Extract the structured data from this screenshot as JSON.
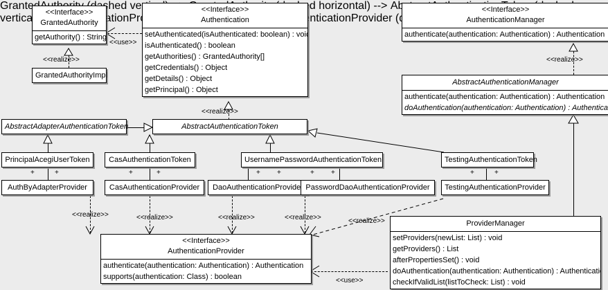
{
  "diagram": {
    "type": "uml-class-diagram",
    "background_color": "#ececec",
    "box_fill": "#ffffff",
    "line_color": "#000000",
    "stereotype_interface": "<<Interface>>",
    "stereotype_realize": "<<realize>>",
    "stereotype_use": "<<use>>",
    "association_marker": "+"
  },
  "classes": {
    "granted_authority": {
      "stereotype": "<<Interface>>",
      "name": "GrantedAuthority",
      "methods": [
        "getAuthority() : String"
      ]
    },
    "granted_authority_impl": {
      "name": "GrantedAuthorityImpl"
    },
    "authentication": {
      "stereotype": "<<Interface>>",
      "name": "Authentication",
      "methods": [
        "setAuthenticated(isAuthenticated: boolean) : void",
        "isAuthenticated() : boolean",
        "getAuthorities() : GrantedAuthority[]",
        "getCredentials() : Object",
        "getDetails() : Object",
        "getPrincipal() : Object"
      ]
    },
    "authentication_manager": {
      "stereotype": "<<Interface>>",
      "name": "AuthenticationManager",
      "methods": [
        "authenticate(authentication: Authentication) : Authentication"
      ]
    },
    "abstract_authentication_manager": {
      "name": "AbstractAuthenticationManager",
      "methods": [
        "authenticate(authentication: Authentication) : Authentication",
        "doAuthentication(authentication: Authentication) : Authentication"
      ]
    },
    "abstract_adapter_authentication_token": {
      "name": "AbstractAdapterAuthenticationToken"
    },
    "abstract_authentication_token": {
      "name": "AbstractAuthenticationToken"
    },
    "principal_acegi_user_token": {
      "name": "PrincipalAcegiUserToken"
    },
    "cas_authentication_token": {
      "name": "CasAuthenticationToken"
    },
    "username_password_authentication_token": {
      "name": "UsernamePasswordAuthenticationToken"
    },
    "testing_authentication_token": {
      "name": "TestingAuthenticationToken"
    },
    "auth_by_adapter_provider": {
      "name": "AuthByAdapterProvider"
    },
    "cas_authentication_provider": {
      "name": "CasAuthenticationProvider"
    },
    "dao_authentication_provider": {
      "name": "DaoAuthenticationProvider"
    },
    "password_dao_authentication_provider": {
      "name": "PasswordDaoAuthenticationProvider"
    },
    "testing_authentication_provider": {
      "name": "TestingAuthenticationProvider"
    },
    "authentication_provider": {
      "stereotype": "<<Interface>>",
      "name": "AuthenticationProvider",
      "methods": [
        "authenticate(authentication: Authentication) : Authentication",
        "supports(authentication: Class) : boolean"
      ]
    },
    "provider_manager": {
      "name": "ProviderManager",
      "methods": [
        "setProviders(newList: List) : void",
        "getProviders() : List",
        "afterPropertiesSet() : void",
        "doAuthentication(authentication: Authentication) : Authentication",
        "checkIfValidList(listToCheck: List) : void"
      ]
    }
  },
  "relationship_labels": {
    "use_authentication_grantedauthority": "<<use>>",
    "realize_grantedauthorityimpl": "<<realize>>",
    "realize_abstractauthenticationtoken": "<<realize>>",
    "realize_abstractauthenticationmanager": "<<realize>>",
    "realize_authbyadapter": "<<realize>>",
    "realize_cas": "<<realize>>",
    "realize_dao": "<<realize>>",
    "realize_passworddao": "<<realize>>",
    "realize_testing": "<<realize>>",
    "use_providermanager_authenticationprovider": "<<use>>"
  },
  "markers": {
    "plus": "+"
  }
}
